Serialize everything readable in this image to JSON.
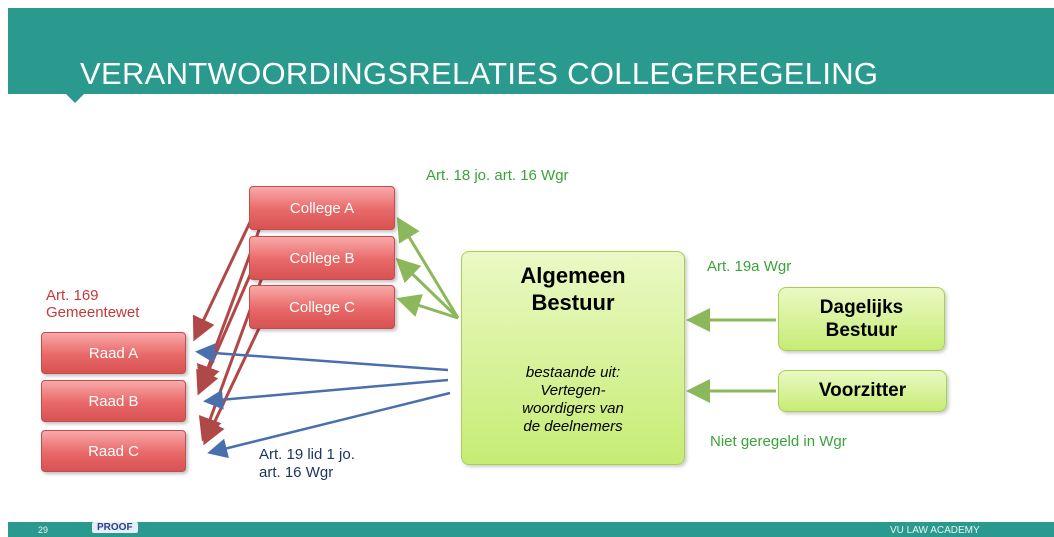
{
  "title": "VERANTWOORDINGSRELATIES COLLEGEREGELING",
  "colleges": [
    "College A",
    "College B",
    "College C"
  ],
  "raden": [
    "Raad A",
    "Raad B",
    "Raad C"
  ],
  "algemeen_bestuur": {
    "title_line1": "Algemeen",
    "title_line2": "Bestuur",
    "sub_line1": "bestaande uit:",
    "sub_line2": "Vertegen-",
    "sub_line3": "woordigers van",
    "sub_line4": "de deelnemers"
  },
  "dagelijks_bestuur": {
    "line1": "Dagelijks",
    "line2": "Bestuur"
  },
  "voorzitter": "Voorzitter",
  "labels": {
    "art18": "Art. 18 jo. art. 16 Wgr",
    "art19a": "Art. 19a Wgr",
    "art169_line1": "Art. 169",
    "art169_line2": "Gemeentewet",
    "art19_line1": "Art. 19 lid 1 jo.",
    "art19_line2": "art. 16 Wgr",
    "niet_geregeld": "Niet geregeld in Wgr"
  },
  "footer": {
    "page": "29",
    "logo": "PROOF",
    "academy": "VU LAW ACADEMY"
  },
  "colors": {
    "header": "#2a9a8e",
    "red_box": "#e86868",
    "green_box": "#c6ec74",
    "green_arrow": "#8ab85a",
    "red_arrow": "#b04848",
    "blue_arrow": "#4a6fae"
  }
}
